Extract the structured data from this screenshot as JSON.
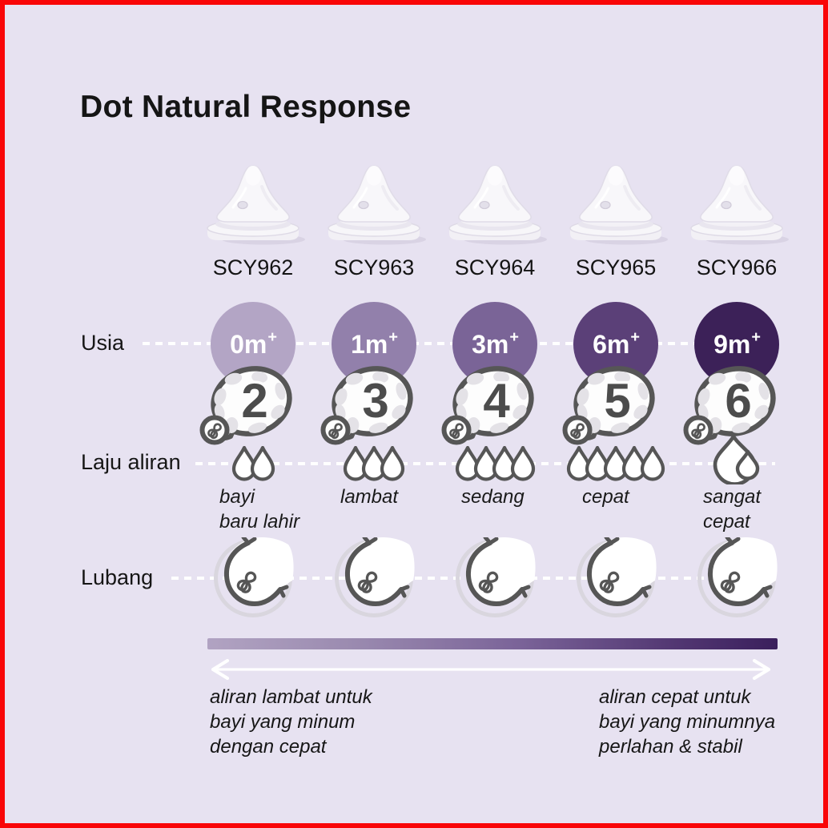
{
  "title": "Dot Natural Response",
  "row_labels": {
    "age": "Usia",
    "flow": "Laju aliran",
    "hole": "Lubang"
  },
  "columns": [
    {
      "model": "SCY962",
      "age": "0m+",
      "age_color": "#b3a5c5",
      "teat_number": "2",
      "drops": 2,
      "flow_label": "bayi\nbaru lahir"
    },
    {
      "model": "SCY963",
      "age": "1m+",
      "age_color": "#9280ab",
      "teat_number": "3",
      "drops": 3,
      "flow_label": "lambat"
    },
    {
      "model": "SCY964",
      "age": "3m+",
      "age_color": "#7a6497",
      "teat_number": "4",
      "drops": 4,
      "flow_label": "sedang"
    },
    {
      "model": "SCY965",
      "age": "6m+",
      "age_color": "#5b4078",
      "teat_number": "5",
      "drops": 5,
      "flow_label": "cepat"
    },
    {
      "model": "SCY966",
      "age": "9m+",
      "age_color": "#3c2158",
      "teat_number": "6",
      "drops": "XL",
      "flow_label": "sangat\ncepat"
    }
  ],
  "scale": {
    "left_caption": "aliran lambat untuk\nbayi yang minum\ndengan cepat",
    "right_caption": "aliran cepat untuk\nbayi yang minumnya\nperlahan & stabil",
    "gradient_start": "#b1a3c2",
    "gradient_end": "#3a1f5c"
  },
  "colors": {
    "background": "#e7e2f1",
    "frame_border": "#f90608",
    "icon_outline": "#565656",
    "hole_ring": "#d9d6de",
    "text": "#1a1a1a",
    "age_text": "#ffffff"
  },
  "icons": {
    "flow_drop": "water-drop-icon",
    "flow_drop_large": "large-water-drop-icon",
    "teat_size": "teat-size-number-icon",
    "hole_view": "teat-hole-magnifier-icon",
    "range_arrow": "double-arrow-icon",
    "teat_photo": "teat-product-photo"
  }
}
